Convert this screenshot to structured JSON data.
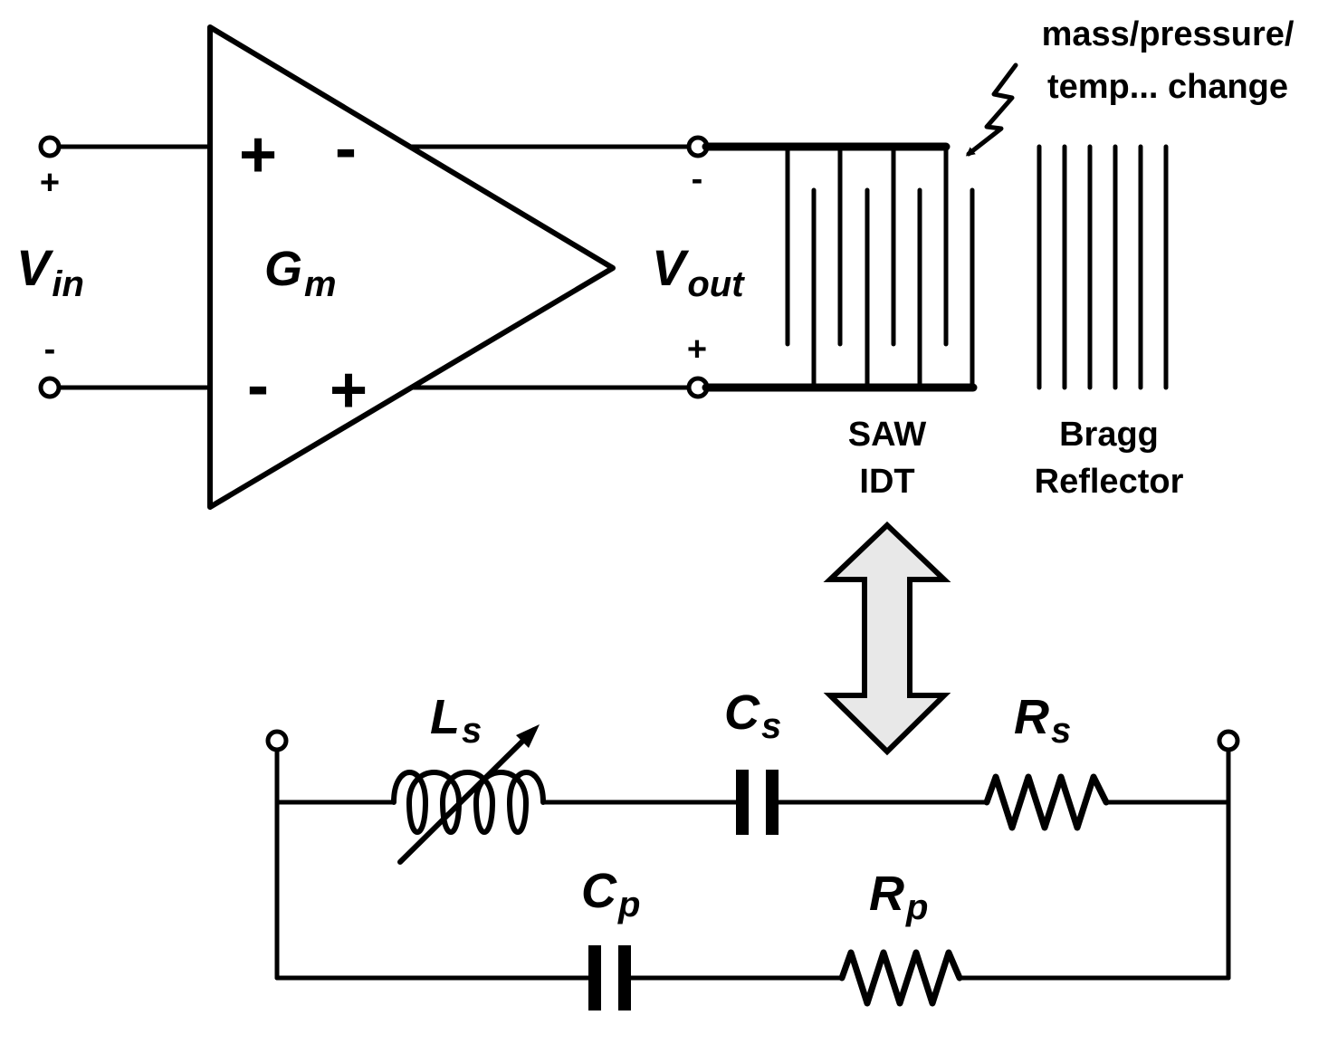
{
  "amplifier": {
    "label_main": "G",
    "label_sub": "m",
    "in_plus": "+",
    "in_minus": "-",
    "out_minus": "-",
    "out_plus": "+"
  },
  "input": {
    "label_main": "V",
    "label_sub": "in",
    "plus": "+",
    "minus": "-"
  },
  "output": {
    "label_main": "V",
    "label_sub": "out",
    "minus": "-",
    "plus": "+"
  },
  "sensor_note": {
    "line1": "mass/pressure/",
    "line2": "temp... change"
  },
  "idt": {
    "line1": "SAW",
    "line2": "IDT"
  },
  "reflector": {
    "line1": "Bragg",
    "line2": "Reflector"
  },
  "equivalent_circuit": {
    "Ls": {
      "main": "L",
      "sub": "s"
    },
    "Cs": {
      "main": "C",
      "sub": "s"
    },
    "Rs": {
      "main": "R",
      "sub": "s"
    },
    "Cp": {
      "main": "C",
      "sub": "p"
    },
    "Rp": {
      "main": "R",
      "sub": "p"
    }
  },
  "colors": {
    "line": "#000000",
    "arrow_fill": "#e8e8e8",
    "background": "#ffffff"
  }
}
